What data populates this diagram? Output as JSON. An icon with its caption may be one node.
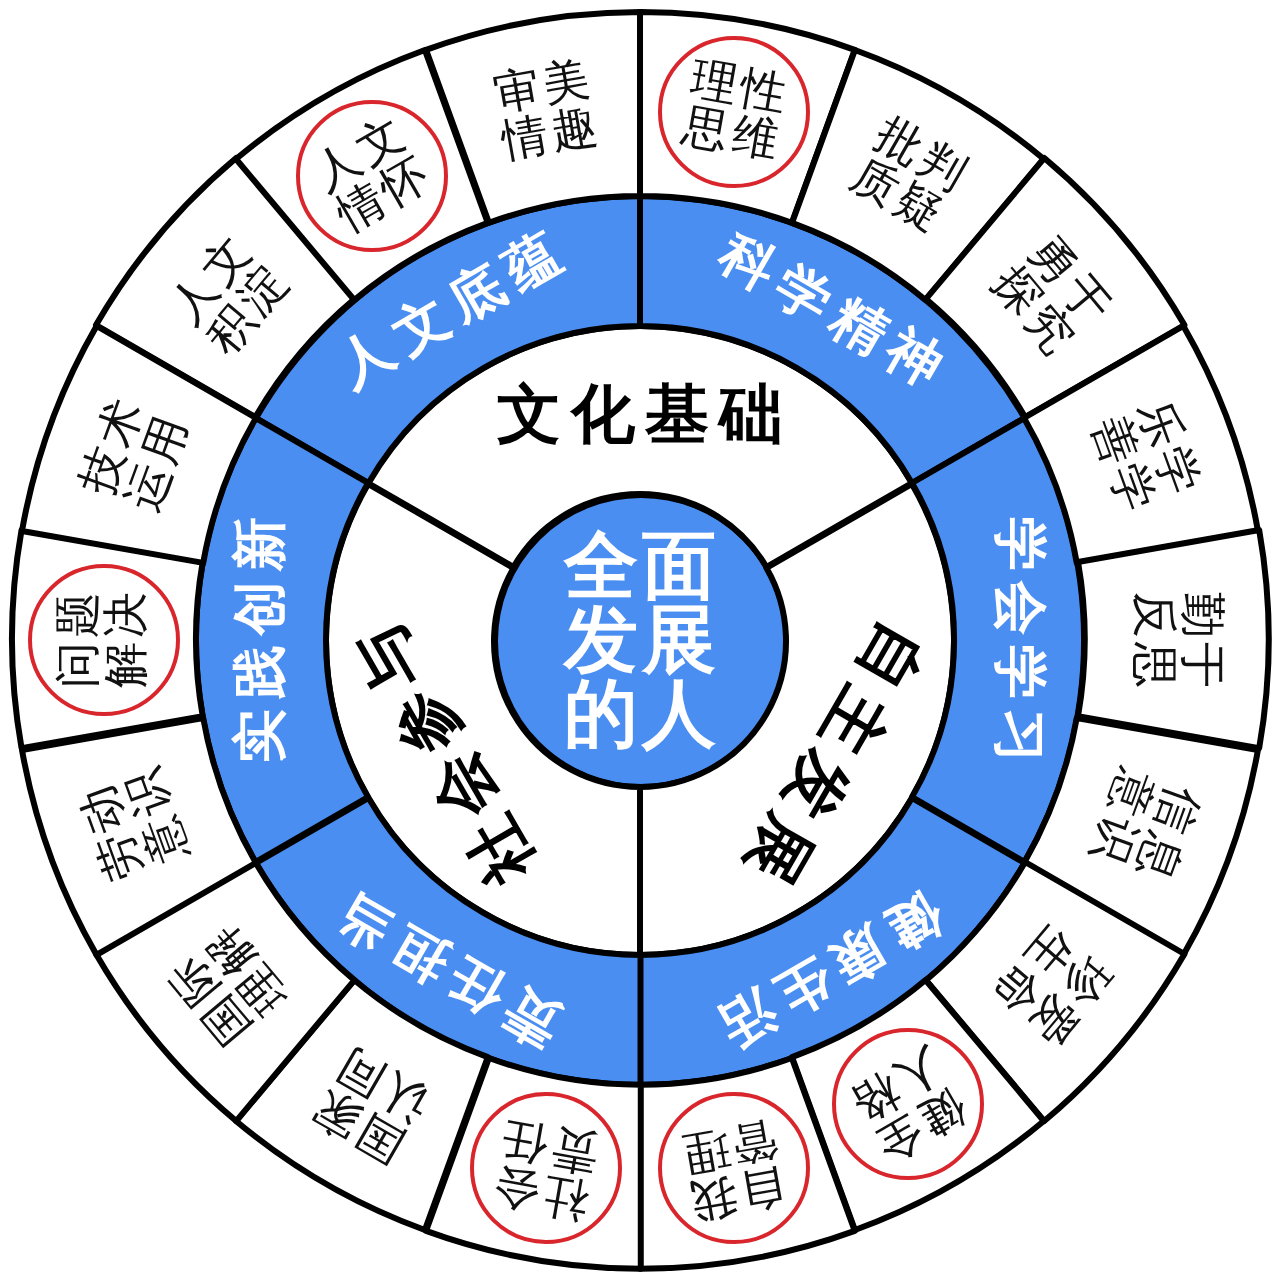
{
  "diagram": {
    "nodes": [
      {
        "text": [
          "全面发展的人"
        ]
      },
      {
        "text": [
          "文化基础"
        ]
      },
      {
        "text": [
          "自主发展"
        ]
      },
      {
        "text": [
          "社会参与"
        ]
      },
      {
        "text": [
          "人文底蕴"
        ]
      },
      {
        "text": [
          "科学精神"
        ]
      },
      {
        "text": [
          "学会学习"
        ]
      },
      {
        "text": [
          "健康生活"
        ]
      },
      {
        "text": [
          "责任担当"
        ]
      },
      {
        "text": [
          "实践创新"
        ]
      },
      {
        "text": [
          "人文积淀"
        ]
      },
      {
        "text": [],
        "shape": "box"
      },
      {
        "text": [
          "人文情怀"
        ],
        "in": 11
      },
      {
        "text": [
          "审美情趣"
        ]
      },
      {
        "text": [],
        "shape": "box"
      },
      {
        "text": [
          "理性思维"
        ],
        "in": 14
      },
      {
        "text": [
          "批判质疑"
        ]
      },
      {
        "text": [
          "勇于探究"
        ]
      },
      {
        "text": [
          "乐学善学"
        ]
      },
      {
        "text": [
          "勤于反思"
        ]
      },
      {
        "text": [
          "信息意识"
        ]
      },
      {
        "text": [
          "珍爱生命"
        ]
      },
      {
        "text": [],
        "shape": "box"
      },
      {
        "text": [
          "健全人格"
        ],
        "in": 22
      },
      {
        "text": [],
        "shape": "box"
      },
      {
        "text": [
          "自我管理"
        ],
        "in": 24
      },
      {
        "text": [],
        "shape": "box"
      },
      {
        "text": [
          "社会责任"
        ],
        "in": 26
      },
      {
        "text": [
          "国家认同"
        ]
      },
      {
        "text": [
          "国际理解"
        ]
      },
      {
        "text": [
          "劳动意识"
        ]
      },
      {
        "text": [],
        "shape": "box"
      },
      {
        "text": [
          "问题解决"
        ],
        "in": 31
      },
      {
        "text": [
          "技术运用"
        ]
      }
    ]
  }
}
